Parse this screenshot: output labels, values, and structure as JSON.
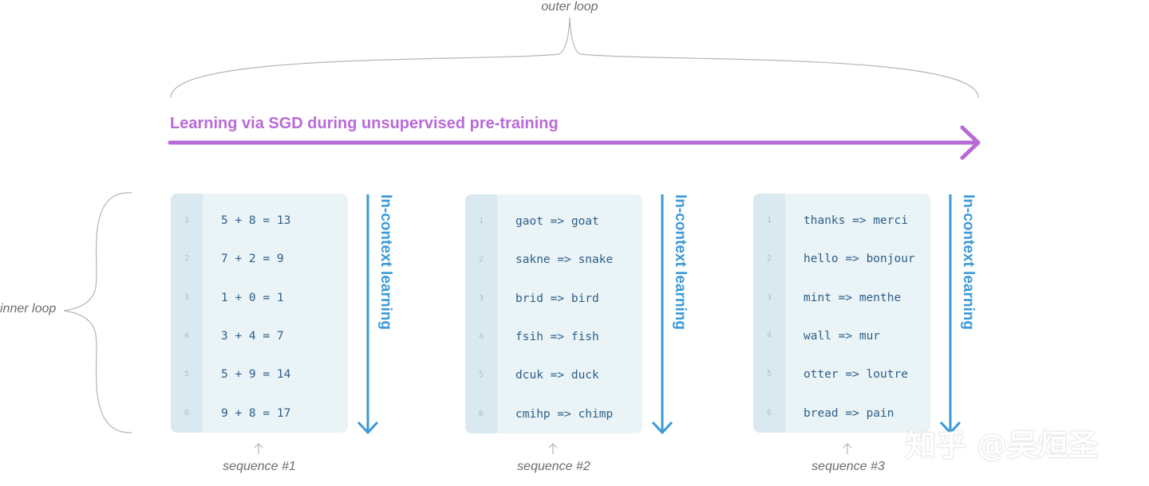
{
  "outer_loop_label": "outer loop",
  "inner_loop_label": "inner loop",
  "sgd_title": "Learning via SGD during unsupervised pre-training",
  "in_context_label": "In-context learning",
  "sequences": [
    {
      "caption": "sequence #1",
      "lines": [
        {
          "num": "1",
          "text": "5 + 8 = 13"
        },
        {
          "num": "2",
          "text": "7 + 2 = 9"
        },
        {
          "num": "3",
          "text": "1 + 0 = 1"
        },
        {
          "num": "4",
          "text": "3 + 4 = 7"
        },
        {
          "num": "5",
          "text": "5 + 9 = 14"
        },
        {
          "num": "6",
          "text": "9 + 8 = 17"
        }
      ]
    },
    {
      "caption": "sequence #2",
      "lines": [
        {
          "num": "1",
          "text": "gaot => goat"
        },
        {
          "num": "2",
          "text": "sakne => snake"
        },
        {
          "num": "3",
          "text": "brid => bird"
        },
        {
          "num": "4",
          "text": "fsih => fish"
        },
        {
          "num": "5",
          "text": "dcuk => duck"
        },
        {
          "num": "6",
          "text": "cmihp => chimp"
        }
      ]
    },
    {
      "caption": "sequence #3",
      "lines": [
        {
          "num": "1",
          "text": "thanks => merci"
        },
        {
          "num": "2",
          "text": "hello => bonjour"
        },
        {
          "num": "3",
          "text": "mint => menthe"
        },
        {
          "num": "4",
          "text": "wall => mur"
        },
        {
          "num": "5",
          "text": "otter => loutre"
        },
        {
          "num": "6",
          "text": "bread => pain"
        }
      ]
    }
  ],
  "watermark": "知乎 @吴烜圣",
  "colors": {
    "sgd_purple": "#b86bd6",
    "icl_blue": "#3b9ad8",
    "box_bg": "#eaf3f6",
    "gutter_bg": "#d9e9ef",
    "code_text": "#2d5f8a",
    "brace_gray": "#b5b5b5"
  }
}
